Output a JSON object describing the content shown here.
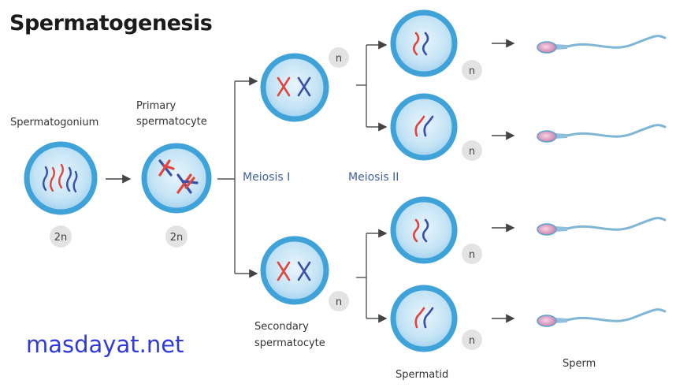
{
  "title": "Spermatogenesis",
  "labels": {
    "spermatogonium": "Spermatogonium",
    "primary_line1": "Primary",
    "primary_line2": "spermatocyte",
    "secondary_line1": "Secondary",
    "secondary_line2": "spermatocyte",
    "spermatid": "Spermatid",
    "sperm": "Sperm",
    "meiosis1": "Meiosis I",
    "meiosis2": "Meiosis II"
  },
  "ploidy": {
    "spermatogonium": "2n",
    "primary": "2n",
    "secondary_top": "n",
    "secondary_bottom": "n",
    "spermatid_1": "n",
    "spermatid_2": "n",
    "spermatid_3": "n",
    "spermatid_4": "n"
  },
  "watermark": "masdayat.net",
  "colors": {
    "cell_outer": "#3fa2d8",
    "cell_inner": "#c7e5f6",
    "chromosome_red": "#e0463f",
    "chromosome_blue": "#3a4fa8",
    "badge": "#e3e3e3",
    "arrow": "#444444",
    "sperm_head": "#e6a0c4",
    "sperm_tail": "#7fb6d6"
  }
}
